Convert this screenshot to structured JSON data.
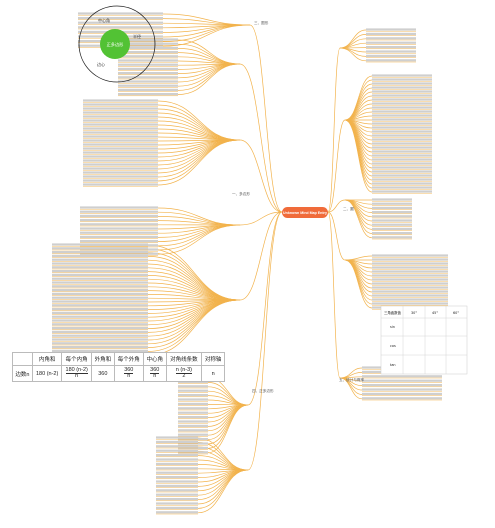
{
  "center": {
    "label": "Unknown Mind Map Entry"
  },
  "inset_circle": {
    "main_label": "正多边形",
    "left_label": "中心角",
    "right_label": "半径",
    "bottom_label": "边心"
  },
  "branches": [
    {
      "label": "一、多边形"
    },
    {
      "label": "二、圆"
    },
    {
      "label": "三、图形"
    },
    {
      "label": "四、正多边形"
    },
    {
      "label": "五、统计与概率"
    }
  ],
  "polygon_table": {
    "headers": [
      "内角和",
      "每个内角",
      "外角和",
      "每个外角",
      "中心角",
      "对角线条数",
      "对称轴"
    ],
    "row_label": "边数n",
    "cells": {
      "interior_sum": "180 (n-2)",
      "each_interior_num": "180 (n-2)",
      "each_interior_den": "n",
      "exterior_sum": "360",
      "each_exterior_num": "360",
      "each_exterior_den": "n",
      "central_num": "360",
      "central_den": "n",
      "diagonals_num": "n (n-3)",
      "diagonals_den": "2",
      "symmetry": "n"
    }
  },
  "trig_table": {
    "headers": [
      "三角函数值",
      "30°",
      "45°",
      "60°"
    ],
    "rows": [
      "sin",
      "cos",
      "tan"
    ]
  }
}
